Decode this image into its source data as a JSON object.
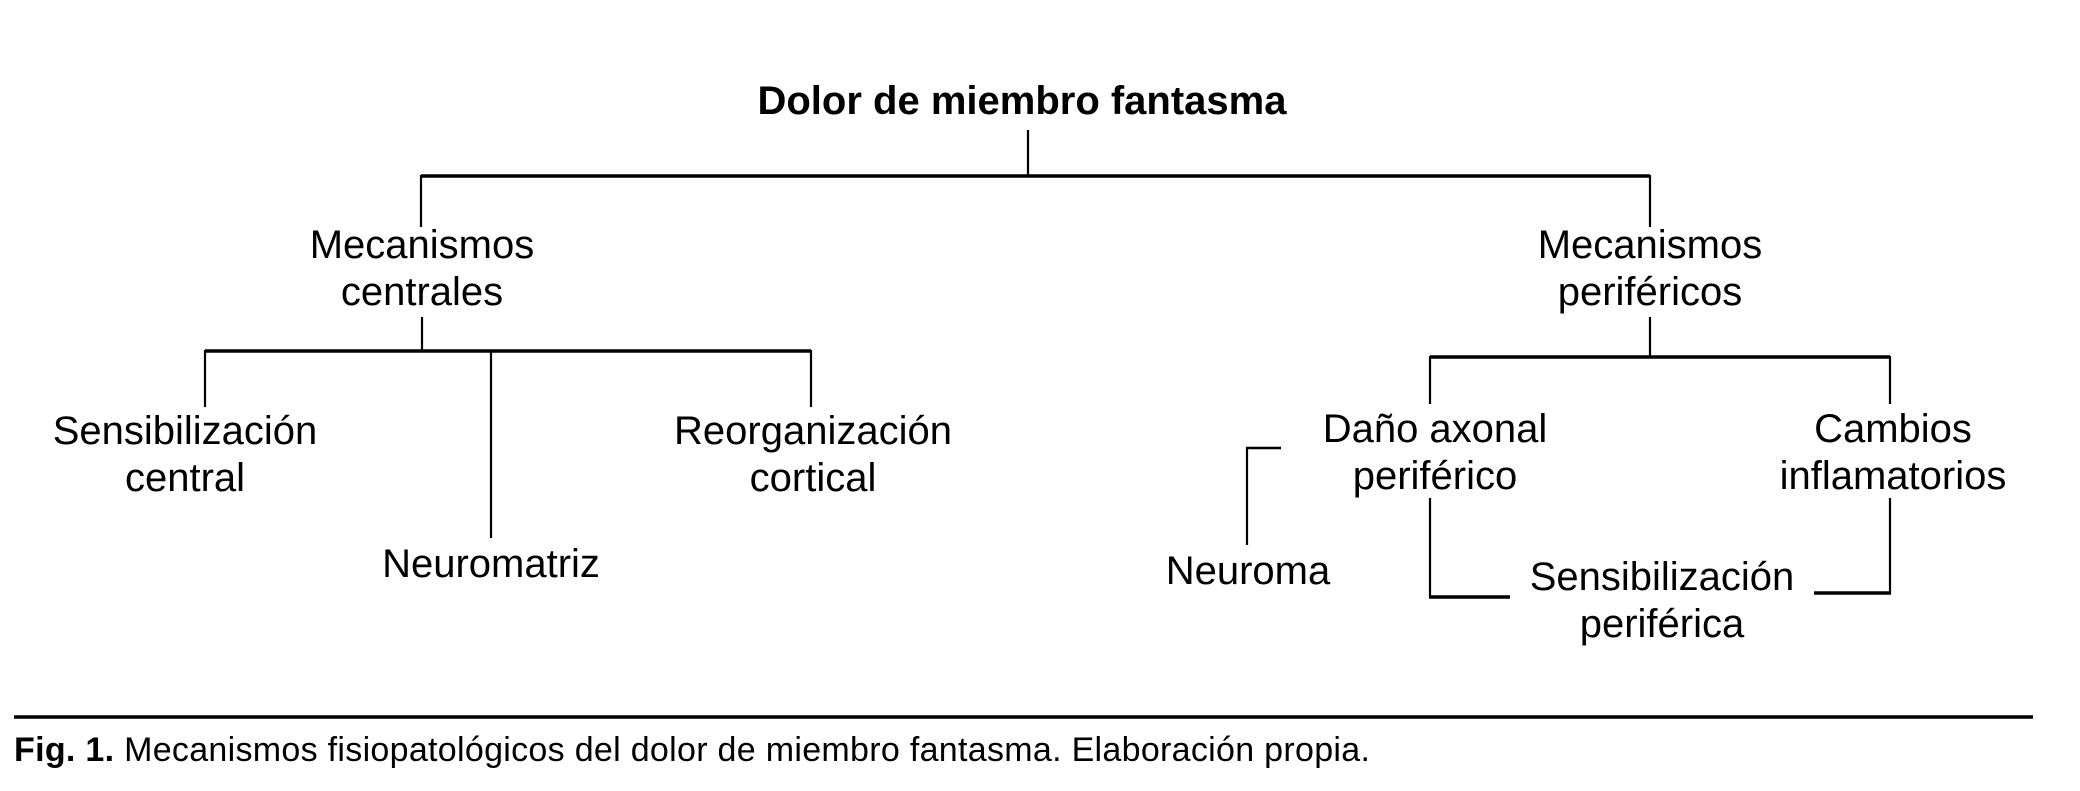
{
  "figure": {
    "title": "Dolor de miembro fantasma",
    "nodes": {
      "mecanismos_centrales": {
        "line1": "Mecanismos",
        "line2": "centrales"
      },
      "sensibilizacion_central": {
        "line1": "Sensibilización",
        "line2": "central"
      },
      "neuromatriz": {
        "line1": "Neuromatriz"
      },
      "reorganizacion_cortical": {
        "line1": "Reorganización",
        "line2": "cortical"
      },
      "mecanismos_perifericos": {
        "line1": "Mecanismos",
        "line2": "periféricos"
      },
      "dano_axonal_periferico": {
        "line1": "Daño axonal",
        "line2": "periférico"
      },
      "neuroma": {
        "line1": "Neuroma"
      },
      "sensibilizacion_periferica": {
        "line1": "Sensibilización",
        "line2": "periférica"
      },
      "cambios_inflamatorios": {
        "line1": "Cambios",
        "line2": "inflamatorios"
      }
    },
    "edges": [
      {
        "from": "dolor_de_miembro_fantasma",
        "to": "mecanismos_centrales"
      },
      {
        "from": "dolor_de_miembro_fantasma",
        "to": "mecanismos_perifericos"
      },
      {
        "from": "mecanismos_centrales",
        "to": "sensibilizacion_central"
      },
      {
        "from": "mecanismos_centrales",
        "to": "neuromatriz"
      },
      {
        "from": "mecanismos_centrales",
        "to": "reorganizacion_cortical"
      },
      {
        "from": "mecanismos_perifericos",
        "to": "dano_axonal_periferico"
      },
      {
        "from": "mecanismos_perifericos",
        "to": "cambios_inflamatorios"
      },
      {
        "from": "dano_axonal_periferico",
        "to": "neuroma"
      },
      {
        "from": "dano_axonal_periferico",
        "to": "sensibilizacion_periferica"
      },
      {
        "from": "cambios_inflamatorios",
        "to": "sensibilizacion_periferica"
      }
    ],
    "caption": {
      "label": "Fig. 1.",
      "text": "Mecanismos fisiopatológicos del dolor de miembro fantasma. Elaboración propia."
    }
  }
}
